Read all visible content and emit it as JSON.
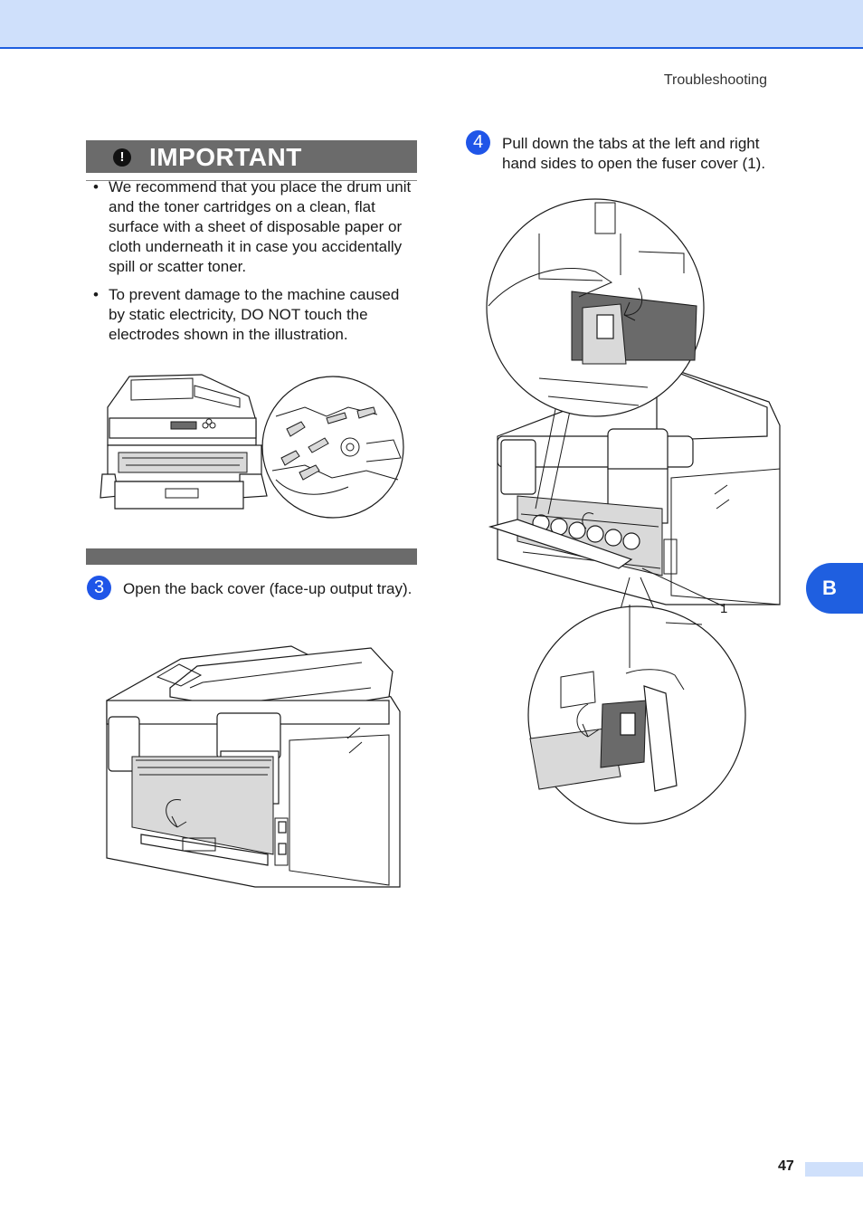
{
  "header": {
    "running_head": "Troubleshooting"
  },
  "important": {
    "icon": "exclamation-icon",
    "title": "IMPORTANT",
    "bullets": [
      "We recommend that you place the drum unit and the toner cartridges on a clean, flat surface with a sheet of disposable paper or cloth underneath it in case you accidentally spill or scatter toner.",
      "To prevent damage to the machine caused by static electricity, DO NOT touch the electrodes shown in the illustration."
    ]
  },
  "steps": [
    {
      "number": "3",
      "text": "Open the back cover (face-up output tray)."
    },
    {
      "number": "4",
      "text": "Pull down the tabs at the left and right hand sides to open the fuser cover (1)."
    }
  ],
  "figures": {
    "callout_1": "1"
  },
  "side_tab": {
    "label": "B"
  },
  "footer": {
    "page_number": "47"
  },
  "colors": {
    "accent_blue": "#1f5fe0",
    "band_light_blue": "#cfe0fb",
    "important_gray": "#6b6b6b"
  }
}
